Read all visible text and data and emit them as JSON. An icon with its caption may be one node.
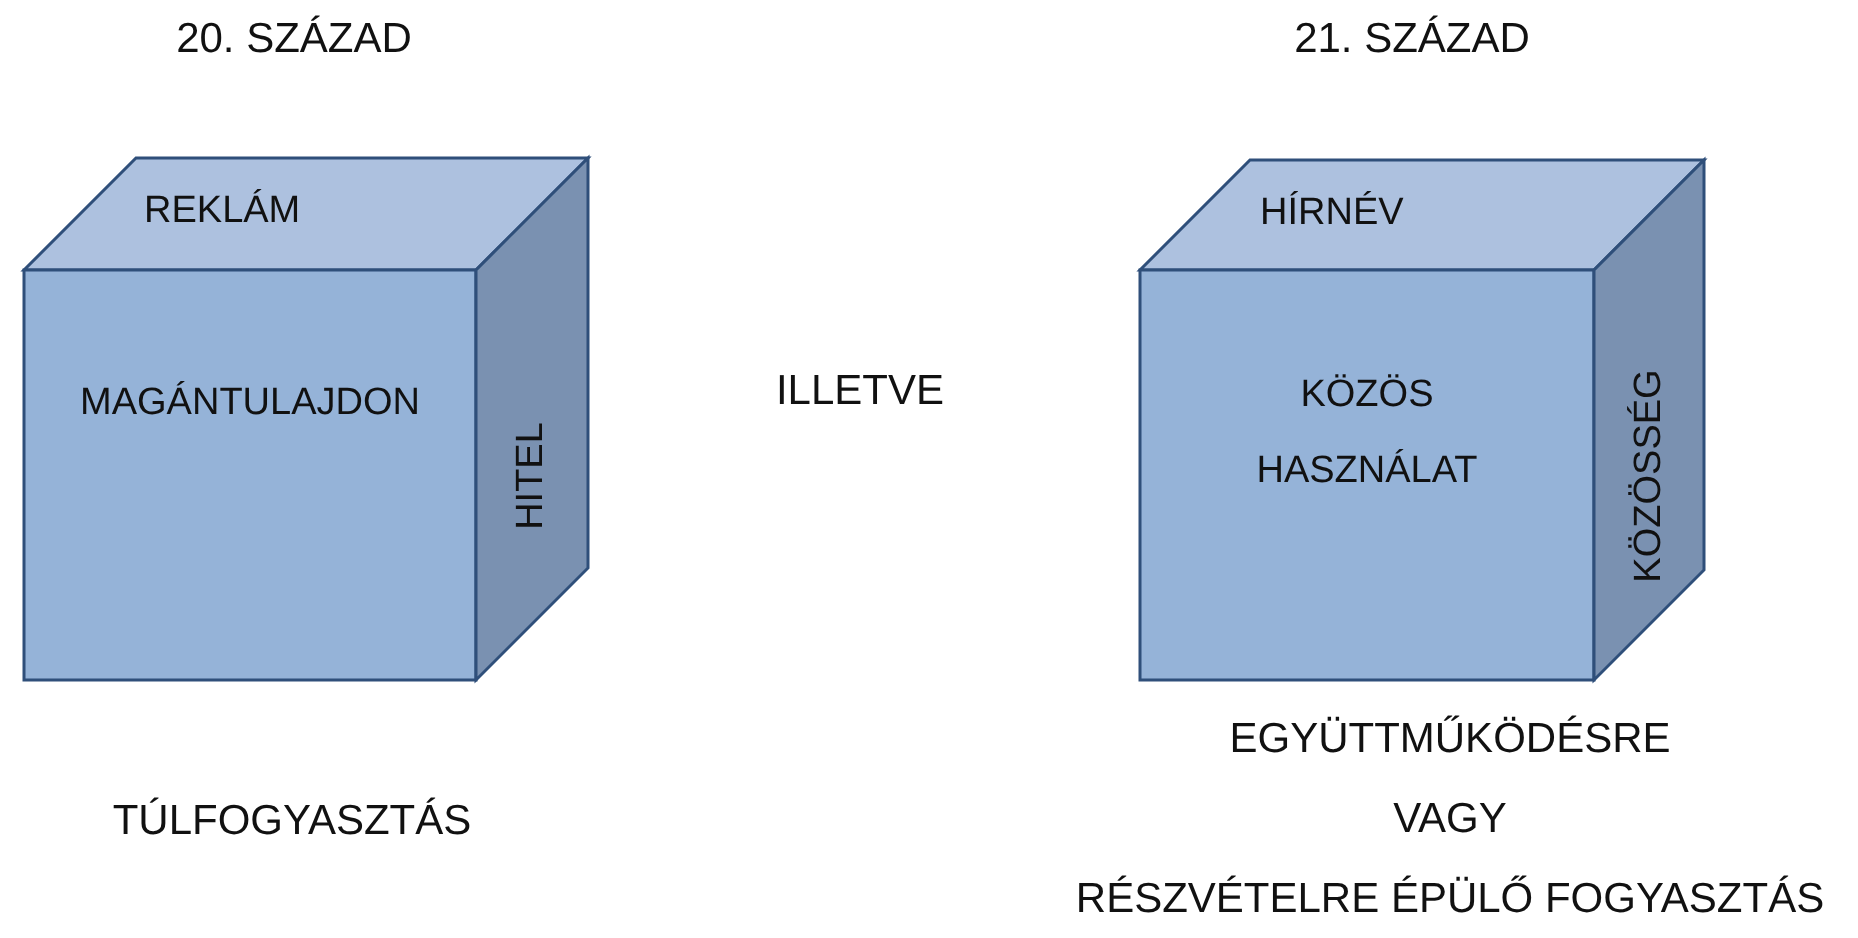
{
  "diagram": {
    "nodes": [
      {
        "text": [
          "REKLÁM"
        ]
      },
      {
        "text": [
          "MAGÁNTULAJDON"
        ]
      },
      {
        "text": [
          "HITEL"
        ]
      },
      {
        "text": [
          "HÍRNÉV"
        ]
      },
      {
        "text": [
          "KÖZÖS HASZNÁLAT"
        ]
      },
      {
        "text": [
          "KÖZÖSSÉG"
        ]
      }
    ],
    "labels": [
      "20. SZÁZAD",
      "21. SZÁZAD",
      "ILLETVE",
      "TÚLFOGYASZTÁS",
      "EGYÜTTMŰKÖDÉSRE",
      "VAGY",
      "RÉSZVÉTELRE ÉPÜLŐ FOGYASZTÁS"
    ]
  }
}
